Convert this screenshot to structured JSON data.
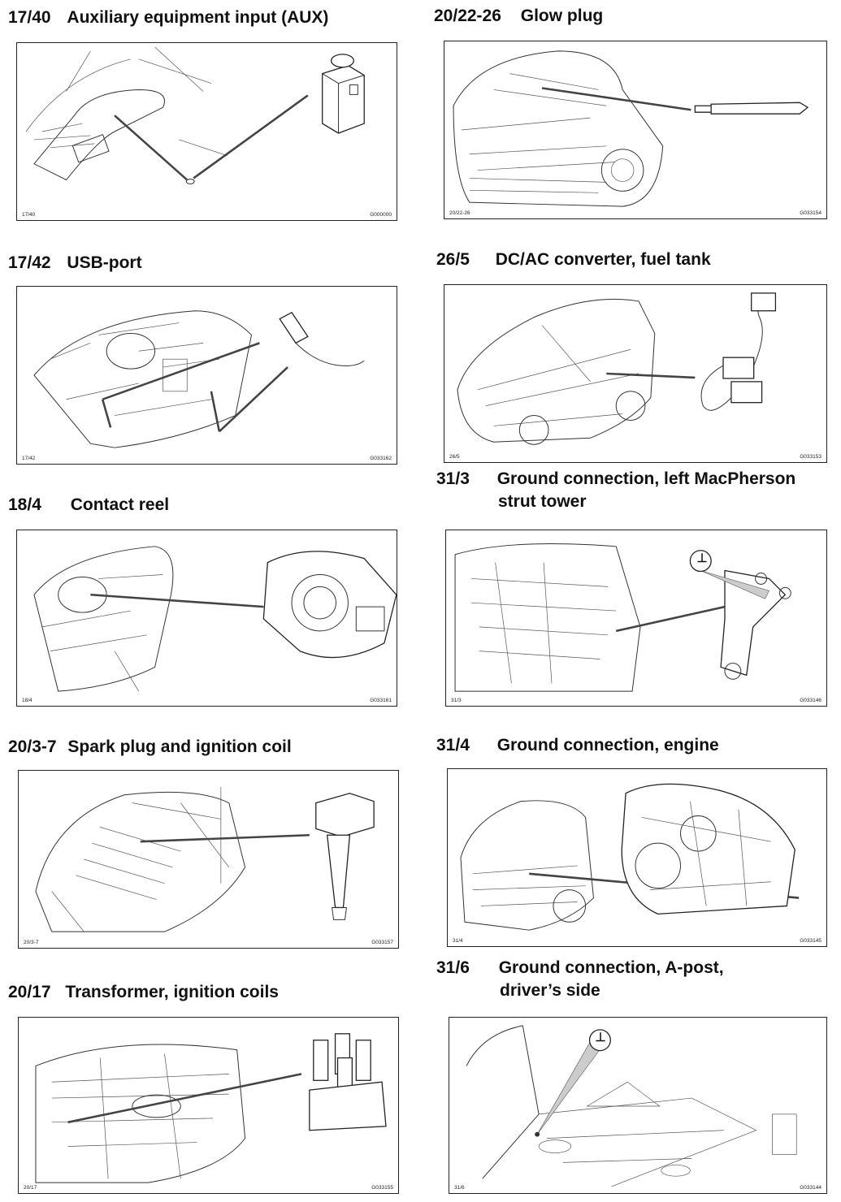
{
  "sections": [
    {
      "num": "17/40",
      "label": "Auxiliary equipment input (AUX)",
      "code_left": "17/40",
      "code_right": "G000000",
      "icon": "aux-input-icon"
    },
    {
      "num": "20/22-26",
      "label": "Glow plug",
      "code_left": "20/22-26",
      "code_right": "G033154",
      "icon": "glow-plug-icon"
    },
    {
      "num": "17/42",
      "label": "USB-port",
      "code_left": "17/42",
      "code_right": "G033162",
      "icon": "usb-plug-icon"
    },
    {
      "num": "26/5",
      "label": "DC/AC converter, fuel tank",
      "code_left": "26/5",
      "code_right": "G033153",
      "icon": "connector-icon"
    },
    {
      "num": "18/4",
      "label": "Contact reel",
      "code_left": "18/4",
      "code_right": "G033161",
      "icon": "contact-reel-icon"
    },
    {
      "num": "31/3",
      "label_line1": "Ground connection, left MacPherson",
      "label_line2": "strut tower",
      "code_left": "31/3",
      "code_right": "G033146",
      "icon": "ground-symbol-icon"
    },
    {
      "num": "20/3-7",
      "label": "Spark plug and ignition coil",
      "code_left": "20/3-7",
      "code_right": "G033157",
      "icon": "ignition-coil-icon"
    },
    {
      "num": "31/4",
      "label": "Ground connection, engine",
      "code_left": "31/4",
      "code_right": "G033145",
      "icon": "engine-icon"
    },
    {
      "num": "20/17",
      "label": "Transformer, ignition coils",
      "code_left": "20/17",
      "code_right": "G033155",
      "icon": "ignition-transformer-icon"
    },
    {
      "num": "31/6",
      "label_line1": "Ground connection, A-post,",
      "label_line2": "driver’s side",
      "code_left": "31/6",
      "code_right": "G033144",
      "icon": "ground-symbol-icon"
    }
  ],
  "ground_symbol": "⊥"
}
